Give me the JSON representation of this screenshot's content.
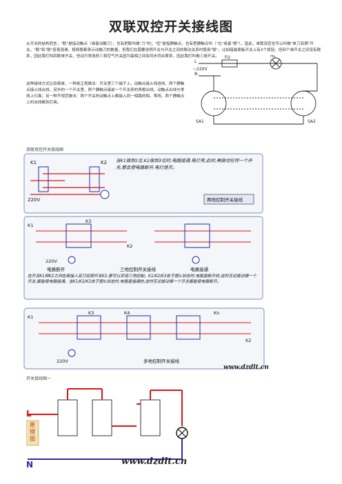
{
  "title": "双联双控开关接线图",
  "intro": "从开关的结构而言，\"联\"是指动触点（或者动触刀），也有把联叫做\"刀\"的；\"控\"是指静触点，也有把静触点叫（\"位\"或者\"掷\"）。因此，单联双控也可以叫做\"单刀双掷\"开关。\"联\"和\"联\"容易混淆，极和联都表示动触刀的数量，但我们在需要说明开关与开关之间的联动关系时使用\"联\"，比如暗装面板开关上有4个按钮，但四个单开关之间没有联系，因此我们叫四联单开关，但动力常用的三相空气开关因为每相之间有同步同合联系，因此我们叫做三极开关。",
  "para2": "这种接线方式比较简单，一种是正规做法：开关里三个端子上，动触点接火线进线，两个静触点接火线出线，另外的一个开关里，两个静触点接前一个开关来的两根出线，动触点出线与零线上灯具；另一种不规范做法：两个开关的动触点上都接入同一相路的相、零线，两个静触点上的出线都到灯具。",
  "caption1": "双联双控开关接线图",
  "caption2": "开关接线图一",
  "fig1": {
    "labels": {
      "fu": "FU",
      "hl": "HL",
      "l": "L",
      "n": "N",
      "v": "~220V",
      "sa1": "SA1",
      "sa2": "SA2"
    }
  },
  "fig2": {
    "labels": {
      "k1": "K1",
      "k2": "K2",
      "v": "220V",
      "box_title": "两地控制开关接线"
    },
    "note": "当K1拨到1位,K2拨到3位时,电路接通,电灯亮,此时,再拨动任何一个开关,都会使电路断开,电灯熄灭。"
  },
  "fig3": {
    "labels": {
      "k1": "K1",
      "k3": "K3",
      "k2": "K2",
      "v": "220V",
      "open": "电路断开",
      "three": "三地控制开关接线",
      "closed": "电路接通"
    },
    "note": "在开关K1和K2之间在串接入双刀双掷开关K3,便可以实现三地控制。K1/K2/K3处于图①状态时,电路是断开的,这时无论拨动哪一个开关,都能使电路接通。当K1/K2/K3处于图②状态时,电路是接通的,这时无论拨动哪一个开关都能使电路断开。"
  },
  "fig4": {
    "labels": {
      "k1": "K1",
      "k3": "K3",
      "k4": "K4",
      "kn": "Kn",
      "k2": "K2",
      "v": "220V",
      "title": "多地控制开关接线"
    },
    "watermark": "www.dzdlt.cn"
  },
  "fig5": {
    "labels": {
      "l": "L",
      "n": "N",
      "yuanli": "原理图"
    },
    "watermark": "www.dzdlt.cn"
  }
}
